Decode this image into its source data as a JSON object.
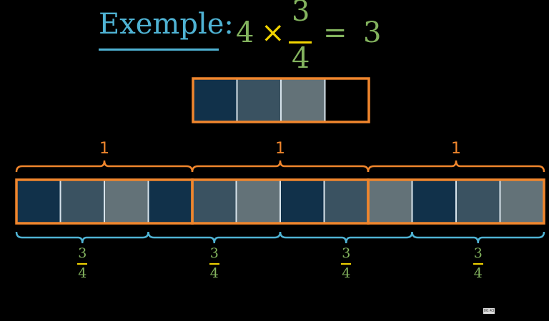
{
  "title": {
    "word": "Exemple:",
    "equation": {
      "multiplier": "4",
      "operator": "×",
      "numerator": "3",
      "denominator": "4",
      "equals": "=",
      "result": "3"
    }
  },
  "colors": {
    "title_blue": "#4fb3d4",
    "number_green": "#83b35e",
    "operator_yellow": "#f2d400",
    "frame_orange": "#f0862d",
    "brace_blue": "#4fb3d4",
    "shade_dark": "#11314a",
    "shade_mid": "#3a5261",
    "shade_light": "#637278",
    "empty": "#000000",
    "divider": "#d8e4ec"
  },
  "single_whole": {
    "cells": [
      "dark",
      "mid",
      "light",
      "empty"
    ]
  },
  "wholes_row": {
    "cells": [
      "dark",
      "mid",
      "light",
      "dark",
      "mid",
      "light",
      "dark",
      "mid",
      "light",
      "dark",
      "mid",
      "light"
    ],
    "top_braces": [
      {
        "label": "1"
      },
      {
        "label": "1"
      },
      {
        "label": "1"
      }
    ],
    "bottom_braces": [
      {
        "numerator": "3",
        "denominator": "4"
      },
      {
        "numerator": "3",
        "denominator": "4"
      },
      {
        "numerator": "3",
        "denominator": "4"
      },
      {
        "numerator": "3",
        "denominator": "4"
      }
    ]
  },
  "footer": {
    "stamp": "00:43"
  }
}
